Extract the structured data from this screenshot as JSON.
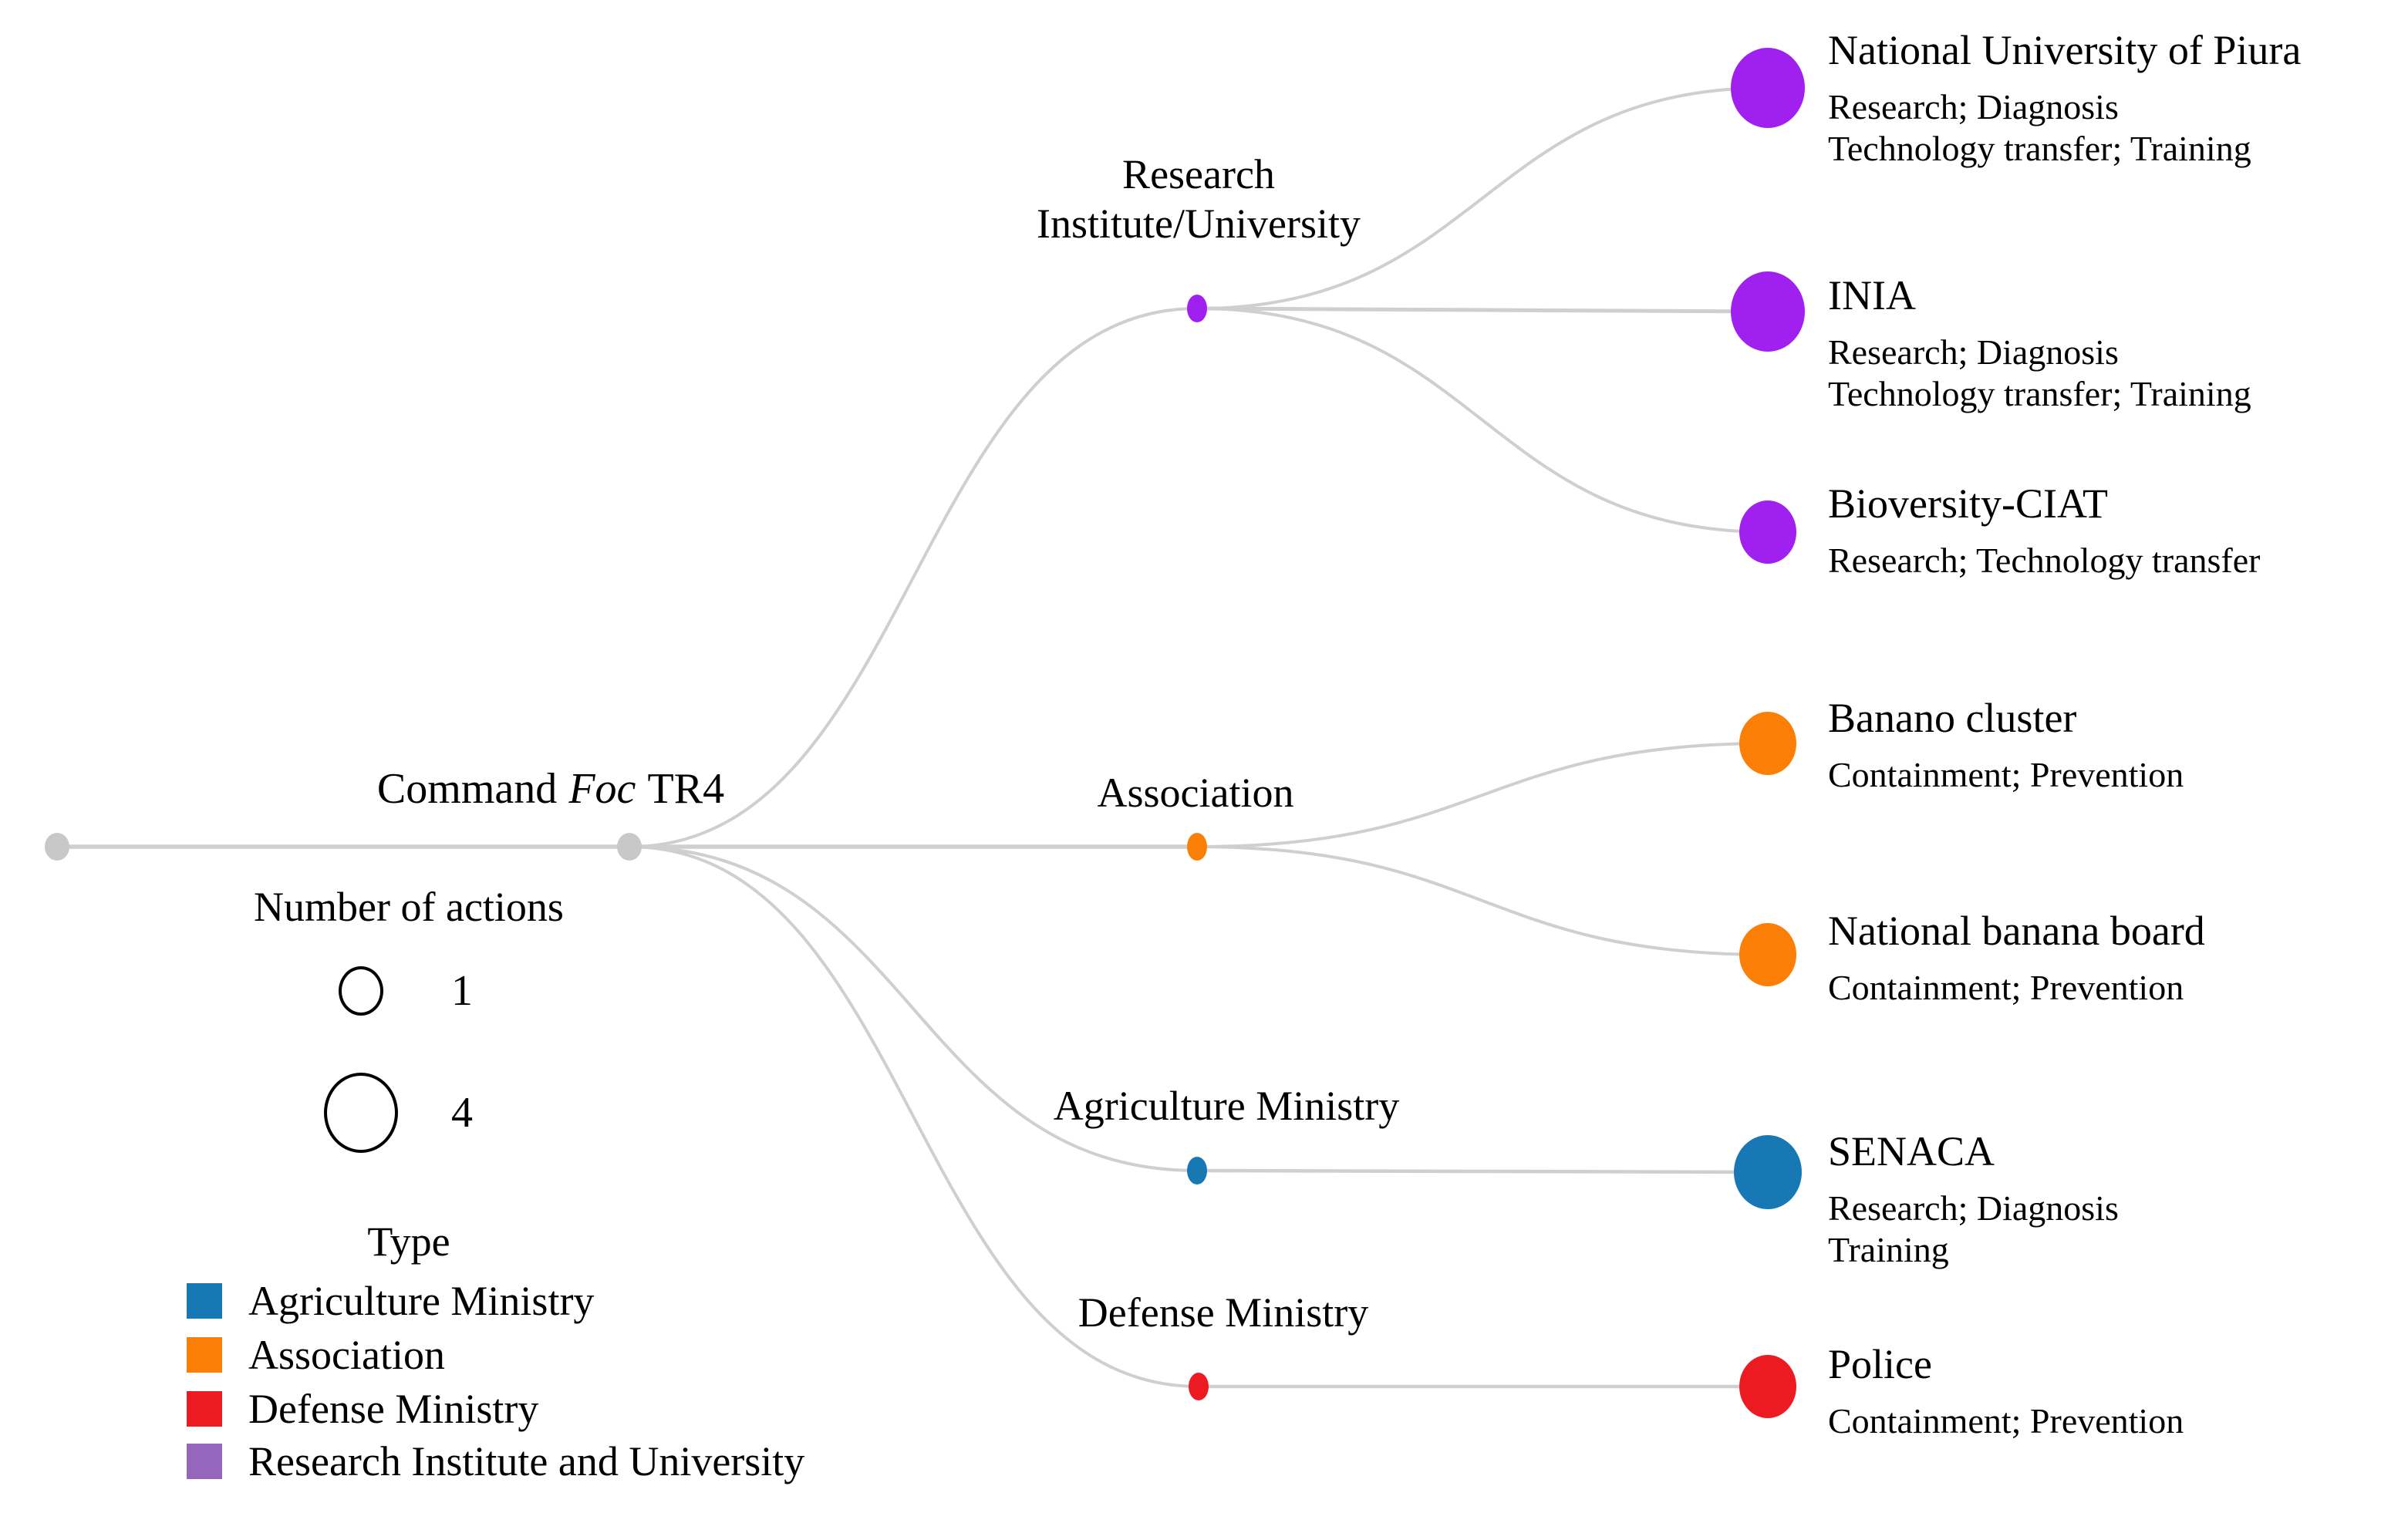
{
  "command": {
    "prefix": "Command",
    "italic": "Foc",
    "suffix": "TR4"
  },
  "branches": [
    {
      "id": "research",
      "type": "Research Institute and University",
      "label_lines": [
        "Research",
        "Institute/University"
      ]
    },
    {
      "id": "association",
      "type": "Association",
      "label_lines": [
        "Association"
      ]
    },
    {
      "id": "agriculture",
      "type": "Agriculture Ministry",
      "label_lines": [
        "Agriculture Ministry"
      ]
    },
    {
      "id": "defense",
      "type": "Defense Ministry",
      "label_lines": [
        "Defense Ministry"
      ]
    }
  ],
  "nodes": [
    {
      "name": "National University of Piura",
      "branch": "research",
      "action_count": 4,
      "actions": [
        "Research; Diagnosis",
        "Technology transfer; Training"
      ]
    },
    {
      "name": "INIA",
      "branch": "research",
      "action_count": 4,
      "actions": [
        "Research; Diagnosis",
        "Technology transfer; Training"
      ]
    },
    {
      "name": "Bioversity-CIAT",
      "branch": "research",
      "action_count": 2,
      "actions": [
        "Research; Technology transfer"
      ]
    },
    {
      "name": "Banano cluster",
      "branch": "association",
      "action_count": 2,
      "actions": [
        "Containment; Prevention"
      ]
    },
    {
      "name": "National banana board",
      "branch": "association",
      "action_count": 2,
      "actions": [
        "Containment; Prevention"
      ]
    },
    {
      "name": "SENACA",
      "branch": "agriculture",
      "action_count": 3,
      "actions": [
        "Research; Diagnosis",
        "Training"
      ]
    },
    {
      "name": "Police",
      "branch": "defense",
      "action_count": 2,
      "actions": [
        "Containment; Prevention"
      ]
    }
  ],
  "legend_actions": {
    "title": "Number of actions",
    "items": [
      {
        "label": "1"
      },
      {
        "label": "4"
      }
    ]
  },
  "legend_type": {
    "title": "Type",
    "items": [
      {
        "label": "Agriculture Ministry",
        "color": "#1878B4"
      },
      {
        "label": "Association",
        "color": "#FB7E07"
      },
      {
        "label": "Defense Ministry",
        "color": "#EC1B22"
      },
      {
        "label": "Research Institute and University",
        "color": "#9467BD"
      }
    ]
  },
  "colors": {
    "node_research": "#A020F0",
    "node_association": "#FB7E07",
    "node_agriculture": "#1878B4",
    "node_defense": "#EC1B22",
    "edge": "#CFCFCF",
    "gray_dot": "#C8C8C8"
  }
}
